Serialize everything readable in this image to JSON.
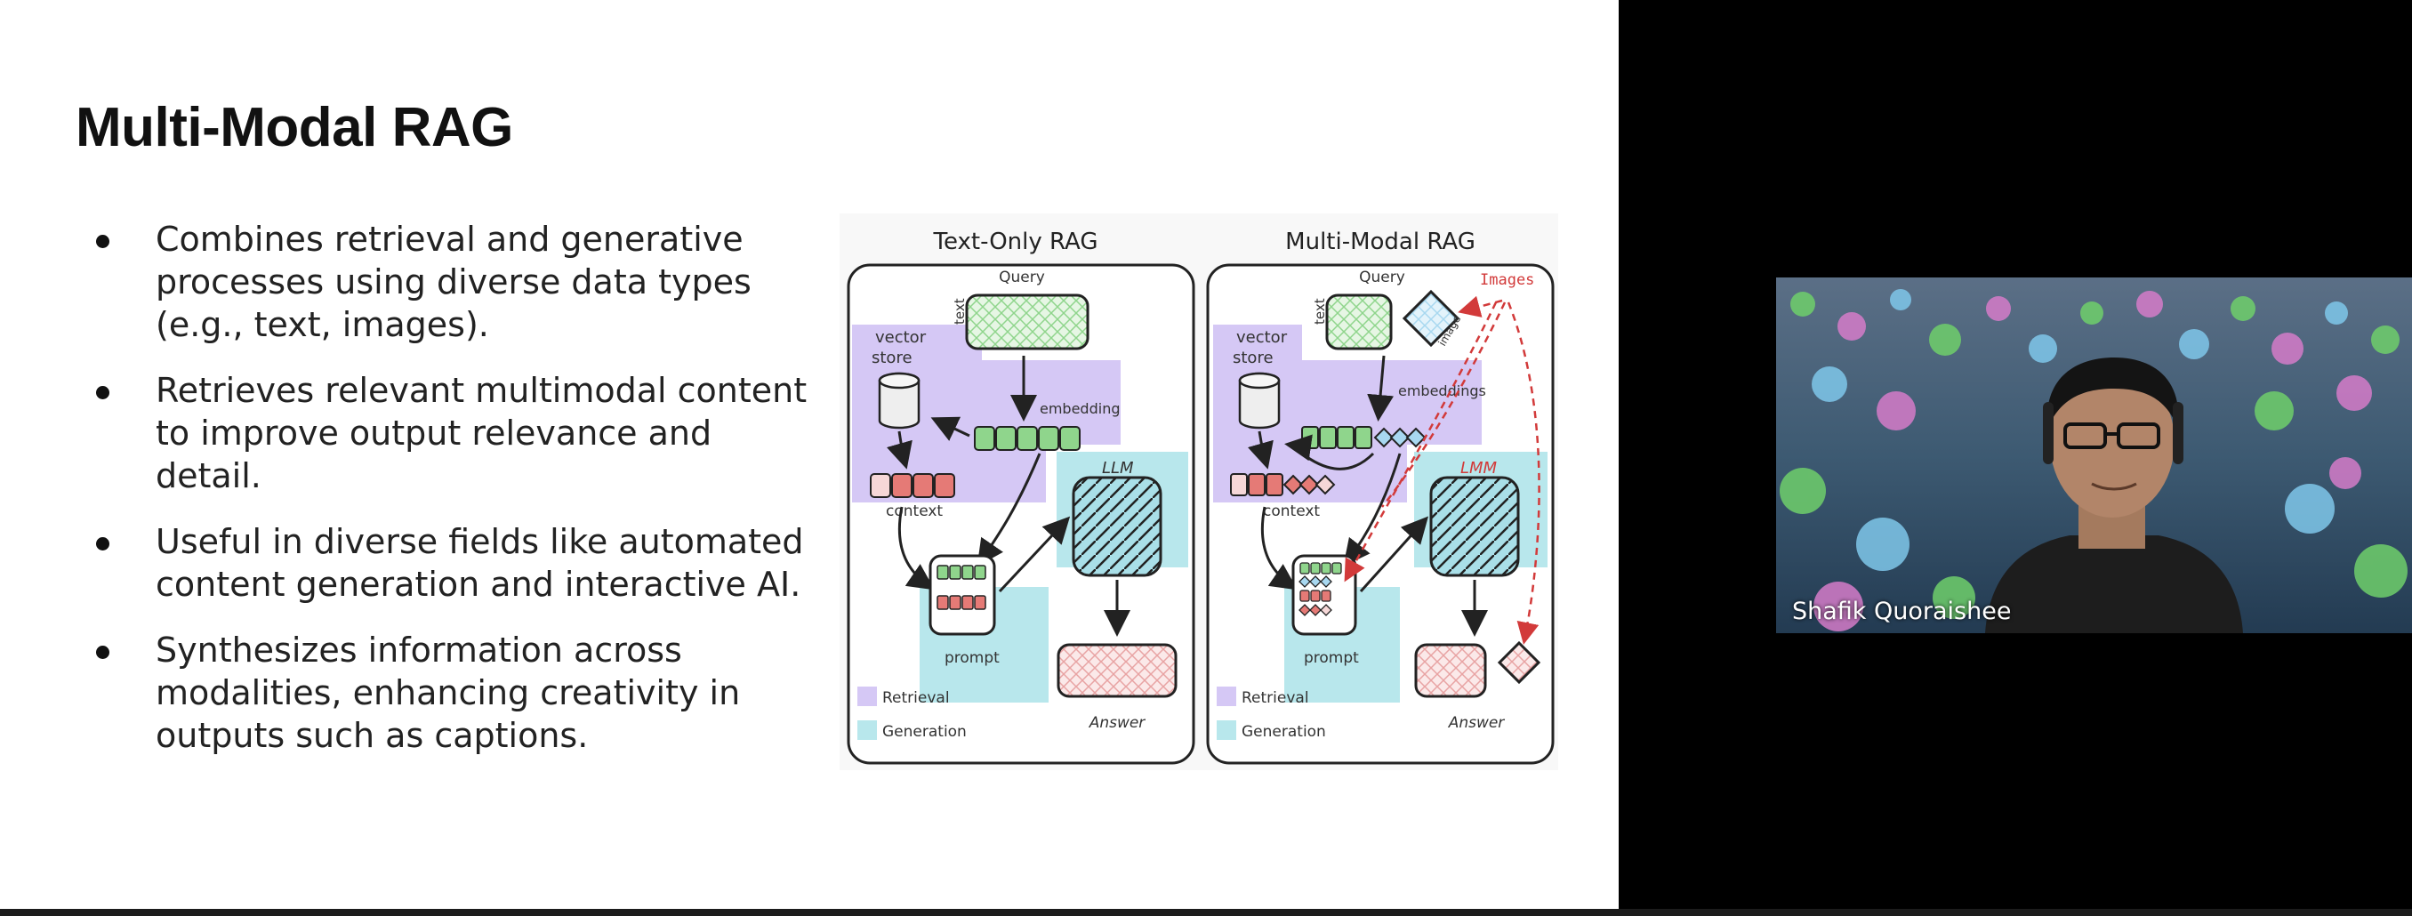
{
  "slide": {
    "title": "Multi-Modal RAG",
    "bullets": [
      {
        "lines": [
          "Combines retrieval and generative",
          "processes using diverse data types",
          "(e.g., text, images)."
        ]
      },
      {
        "lines": [
          "Retrieves relevant multimodal content",
          "to improve output relevance and detail."
        ]
      },
      {
        "lines": [
          "Useful in diverse fields like automated",
          "content generation and interactive AI."
        ]
      },
      {
        "lines": [
          "Synthesizes information across",
          "modalities, enhancing creativity in",
          "outputs such as captions."
        ]
      }
    ]
  },
  "diagram": {
    "left_title": "Text-Only RAG",
    "right_title": "Multi-Modal RAG",
    "query": "Query",
    "text": "text",
    "image": "image",
    "images": "Images",
    "vector_store_1": "vector",
    "vector_store_2": "store",
    "embedding": "embedding",
    "embeddings": "embeddings",
    "context": "context",
    "prompt": "prompt",
    "llm": "LLM",
    "lmm": "LMM",
    "answer": "Answer",
    "retrieval": "Retrieval",
    "generation": "Generation"
  },
  "colors": {
    "retrieval": "#d5c8f5",
    "generation": "#b8e7ec",
    "green": "#8fd58c",
    "red": "#e57a76",
    "blue": "#a8d8f0",
    "pink": "#f6d7d7",
    "arrow_red": "#d23a3a"
  },
  "video": {
    "participant_name": "Shafik Quoraishee"
  }
}
